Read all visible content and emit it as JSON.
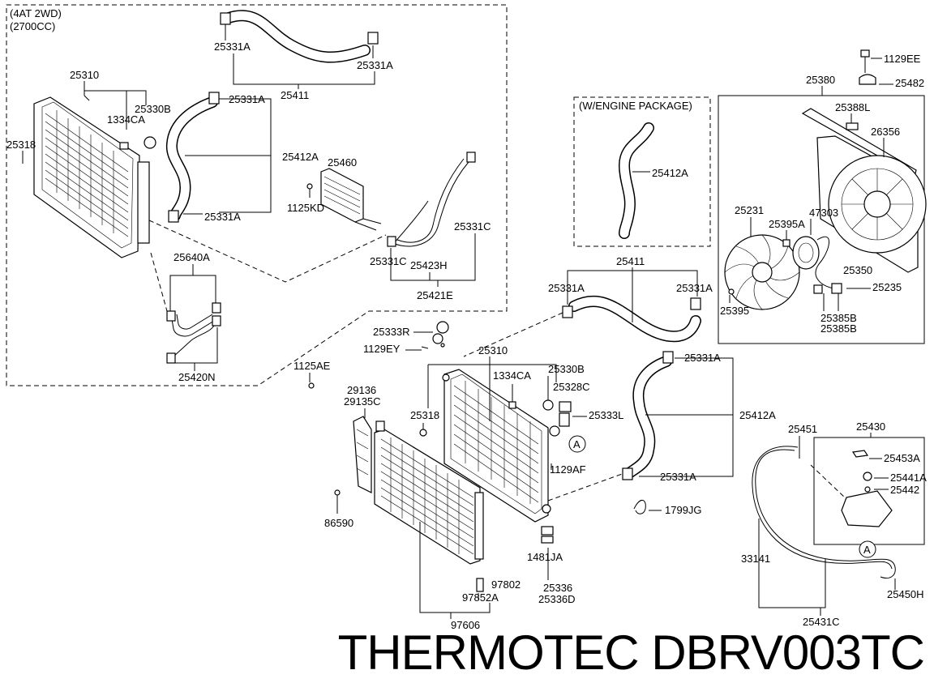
{
  "header": {
    "variant_1": "(4AT 2WD)",
    "variant_2": "(2700CC)"
  },
  "inset": {
    "title": "(W/ENGINE PACKAGE)"
  },
  "labels": {
    "l25331A_1": "25331A",
    "l25331A_2": "25331A",
    "l25411_top": "25411",
    "l25310_top": "25310",
    "l25330B_top": "25330B",
    "l1334CA_top": "1334CA",
    "l25318_top": "25318",
    "l25331A_3": "25331A",
    "l25412A_top": "25412A",
    "l25331A_4": "25331A",
    "l25460": "25460",
    "l1125KD": "1125KD",
    "l25331C_1": "25331C",
    "l25331C_2": "25331C",
    "l25423H": "25423H",
    "l25421E": "25421E",
    "l25640A": "25640A",
    "l25420N": "25420N",
    "l25412A_inset": "25412A",
    "l1129EE": "1129EE",
    "l25380": "25380",
    "l25482": "25482",
    "l25388L": "25388L",
    "l26356": "26356",
    "l25231": "25231",
    "l47303": "47303",
    "l25395A": "25395A",
    "l25350": "25350",
    "l25235": "25235",
    "l25395": "25395",
    "l25385B_1": "25385B",
    "l25385B_2": "25385B",
    "l25411_mid": "25411",
    "l25331A_5": "25331A",
    "l25331A_6": "25331A",
    "l25333R": "25333R",
    "l1129EY": "1129EY",
    "l25310_mid": "25310",
    "l1125AE": "1125AE",
    "l25330B_mid": "25330B",
    "l1334CA_mid": "1334CA",
    "l25328C": "25328C",
    "l29136": "29136",
    "l29135C": "29135C",
    "l25318_mid": "25318",
    "l25333L": "25333L",
    "l25331A_7": "25331A",
    "l25412A_mid": "25412A",
    "l1129AF": "1129AF",
    "l25331A_8": "25331A",
    "l25451": "25451",
    "l25430": "25430",
    "l25453A": "25453A",
    "l25441A": "25441A",
    "l25442": "25442",
    "l86590": "86590",
    "l1799JG": "1799JG",
    "l1481JA": "1481JA",
    "l97802": "97802",
    "l97852A": "97852A",
    "l25336": "25336",
    "l25336D": "25336D",
    "l33141": "33141",
    "l25450H": "25450H",
    "l97606": "97606",
    "l25431C": "25431C",
    "callout_a": "A"
  },
  "footer": {
    "brand": "THERMOTEC DBRV003TC"
  }
}
